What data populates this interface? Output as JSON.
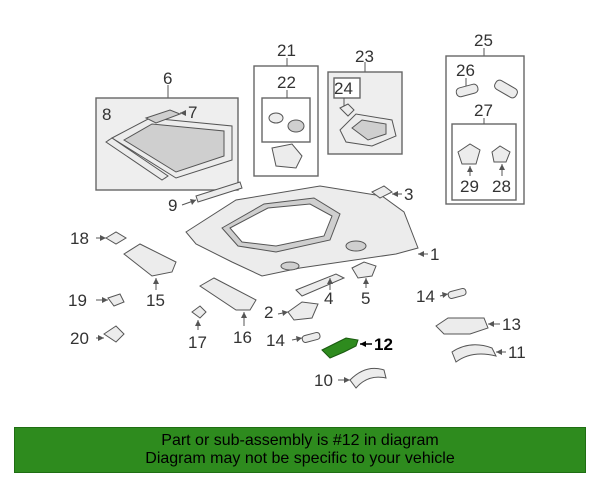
{
  "diagram": {
    "callouts": {
      "c1": "1",
      "c2": "2",
      "c3": "3",
      "c4": "4",
      "c5": "5",
      "c6": "6",
      "c7": "7",
      "c8": "8",
      "c9": "9",
      "c10": "10",
      "c11": "11",
      "c12": "12",
      "c13": "13",
      "c14a": "14",
      "c14b": "14",
      "c15": "15",
      "c16": "16",
      "c17": "17",
      "c18": "18",
      "c19": "19",
      "c20": "20",
      "c21": "21",
      "c22": "22",
      "c23": "23",
      "c24": "24",
      "c25": "25",
      "c26": "26",
      "c27": "27",
      "c28": "28",
      "c29": "29"
    },
    "highlight_color": "#2e8b1e"
  },
  "banner": {
    "line1": "Part or sub-assembly is #12 in diagram",
    "line2": "Diagram may not be specific to your vehicle",
    "background": "#2e8b1e"
  }
}
